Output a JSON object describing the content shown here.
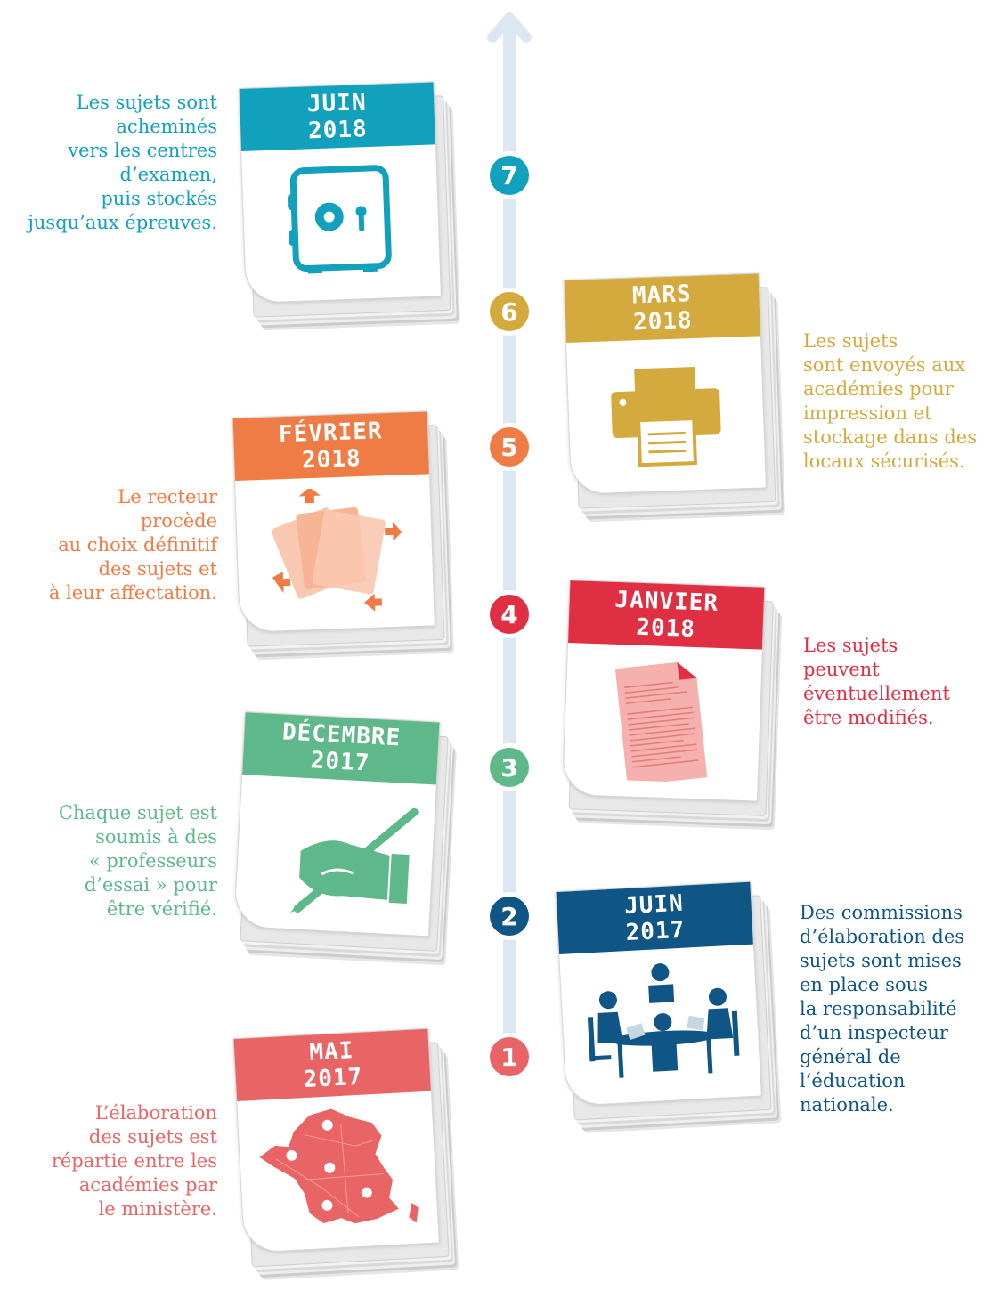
{
  "colors": {
    "step1": "#e96565",
    "step2": "#0f5585",
    "step3": "#5fb88a",
    "step4": "#e02f43",
    "step5": "#ef7c45",
    "step6": "#d4aa3e",
    "step7": "#12a1bd",
    "axis": "#dde7f1"
  },
  "steps": [
    {
      "number": "1",
      "month": "MAI",
      "year": "2017",
      "icon": "france-map-icon",
      "text": [
        "L’élaboration",
        "des sujets est",
        "répartie entre les",
        "académies par",
        "le ministère."
      ]
    },
    {
      "number": "2",
      "month": "JUIN",
      "year": "2017",
      "icon": "meeting-icon",
      "text": [
        "Des commissions",
        "d’élaboration des",
        "sujets sont mises",
        "en place sous",
        "la responsabilité",
        "d’un inspecteur",
        "général de",
        "l’éducation",
        "nationale."
      ]
    },
    {
      "number": "3",
      "month": "DÉCEMBRE",
      "year": "2017",
      "icon": "writing-hand-icon",
      "text": [
        "Chaque sujet est",
        "soumis à des",
        "« professeurs",
        "d’essai » pour",
        "être vérifié."
      ]
    },
    {
      "number": "4",
      "month": "JANVIER",
      "year": "2018",
      "icon": "document-icon",
      "text": [
        "Les sujets",
        "peuvent",
        "éventuellement",
        "être modifiés."
      ]
    },
    {
      "number": "5",
      "month": "FÉVRIER",
      "year": "2018",
      "icon": "papers-selection-icon",
      "text": [
        "Le recteur",
        "procède",
        "au choix définitif",
        "des sujets et",
        "à leur affectation."
      ]
    },
    {
      "number": "6",
      "month": "MARS",
      "year": "2018",
      "icon": "printer-icon",
      "text": [
        "Les sujets",
        "sont envoyés aux",
        "académies pour",
        "impression et",
        "stockage dans des",
        "locaux sécurisés."
      ]
    },
    {
      "number": "7",
      "month": "JUIN",
      "year": "2018",
      "icon": "safe-icon",
      "text": [
        "Les sujets sont",
        "acheminés",
        "vers les centres",
        "d’examen,",
        "puis stockés",
        "jusqu’aux épreuves."
      ]
    }
  ]
}
